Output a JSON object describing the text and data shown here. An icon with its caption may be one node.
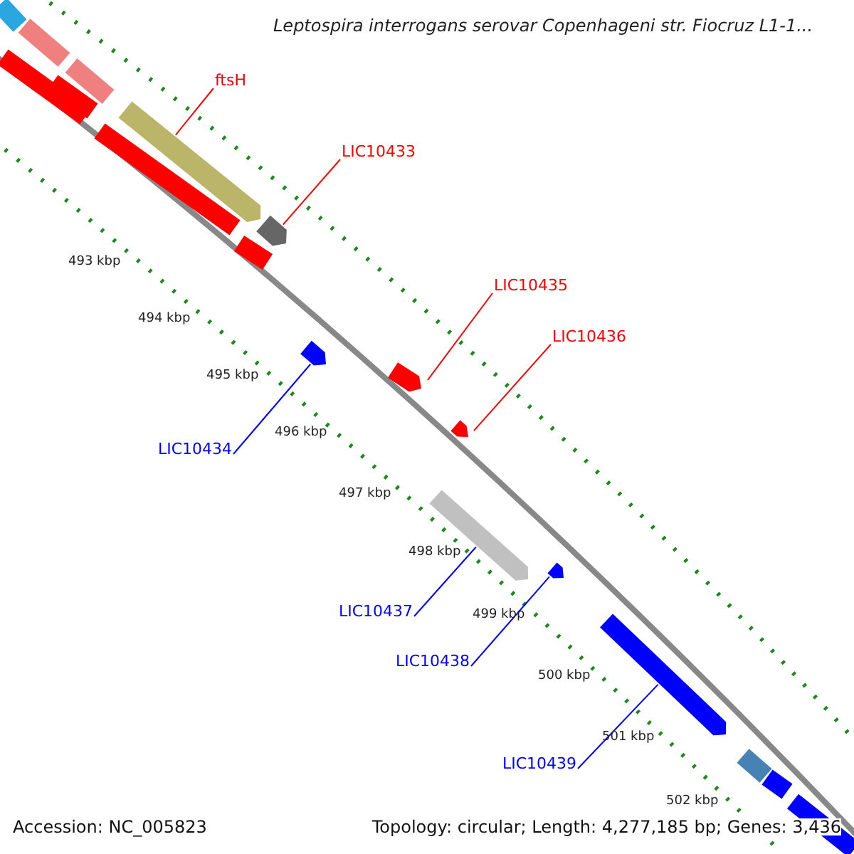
{
  "diagram": {
    "title": "Leptospira interrogans serovar Copenhageni str. Fiocruz L1-1...",
    "nodes": [
      {
        "text": [
          "ftsH"
        ]
      },
      {
        "text": [],
        "shape": "bar"
      },
      {
        "text": [
          "LIC10433"
        ]
      },
      {
        "text": [],
        "shape": "bar"
      },
      {
        "text": [
          "LIC10435"
        ]
      },
      {
        "text": [],
        "shape": "bar"
      },
      {
        "text": [
          "LIC10436"
        ]
      },
      {
        "text": [],
        "shape": "bar"
      },
      {
        "text": [
          "LIC10434"
        ]
      },
      {
        "text": [],
        "shape": "bar"
      },
      {
        "text": [
          "LIC10437"
        ]
      },
      {
        "text": [],
        "shape": "bar"
      },
      {
        "text": [
          "LIC10438"
        ]
      },
      {
        "text": [],
        "shape": "bar"
      },
      {
        "text": [
          "LIC10439"
        ]
      },
      {
        "text": [],
        "shape": "bar"
      }
    ],
    "edges": [
      {
        "from": 0,
        "to": 1,
        "arrow": "none"
      },
      {
        "from": 2,
        "to": 3,
        "arrow": "none"
      },
      {
        "from": 4,
        "to": 5,
        "arrow": "none"
      },
      {
        "from": 6,
        "to": 7,
        "arrow": "none"
      },
      {
        "from": 8,
        "to": 9,
        "arrow": "none",
        "color": "#0000ff"
      },
      {
        "from": 10,
        "to": 11,
        "arrow": "none",
        "color": "#0000ff"
      },
      {
        "from": 12,
        "to": 13,
        "arrow": "none",
        "color": "#0000ff"
      },
      {
        "from": 14,
        "to": 15,
        "arrow": "none",
        "color": "#0000ff"
      }
    ],
    "labels": [
      "493 kbp",
      "494 kbp",
      "495 kbp",
      "496 kbp",
      "497 kbp",
      "498 kbp",
      "499 kbp",
      "500 kbp",
      "501 kbp",
      "502 kbp",
      "Accession: NC_005823",
      "Topology: circular; Length: 4,277,185 bp; Genes: 3,436"
    ]
  }
}
